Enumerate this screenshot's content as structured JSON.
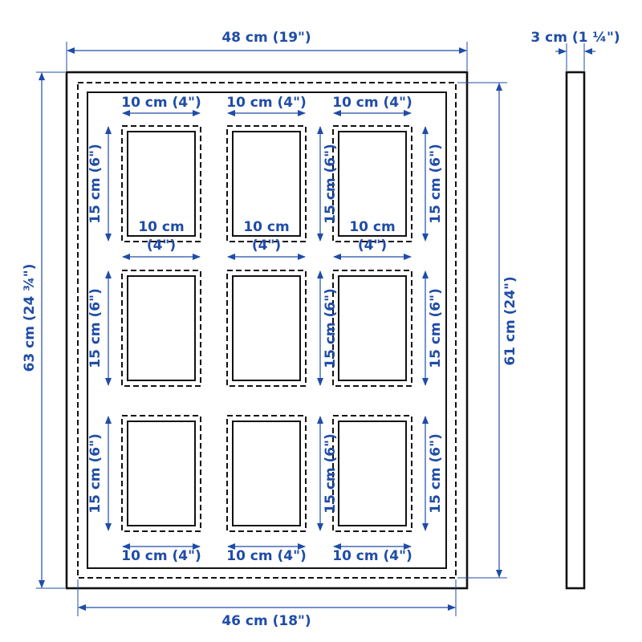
{
  "colors": {
    "dimension": "#1f4ca8",
    "outline": "#111111",
    "background": "#ffffff"
  },
  "overall": {
    "width_label": "48 cm (19\")",
    "height_label": "63 cm (24 ¾\")",
    "inner_width_label": "46 cm (18\")",
    "inner_height_label": "61 cm (24\")",
    "depth_label": "3 cm (1 ¼\")"
  },
  "openings": {
    "width_label": "10 cm (4\")",
    "width_label_line1": "10 cm",
    "width_label_line2": "(4\")",
    "height_label": "15 cm (6\")"
  }
}
